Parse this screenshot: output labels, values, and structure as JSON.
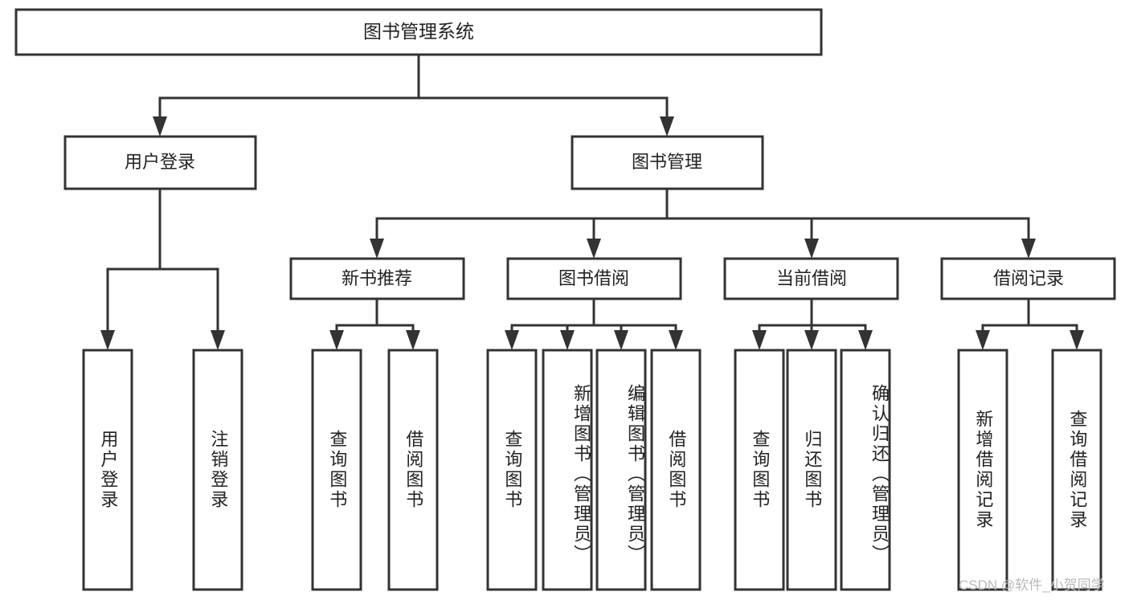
{
  "diagram": {
    "type": "tree-hierarchy",
    "title": "图书管理系统",
    "root": {
      "id": "root",
      "label": "图书管理系统",
      "orientation": "horizontal"
    },
    "level1": [
      {
        "id": "user-login",
        "label": "用户登录",
        "orientation": "horizontal"
      },
      {
        "id": "book-management",
        "label": "图书管理",
        "orientation": "horizontal"
      }
    ],
    "level2": [
      {
        "id": "new-book-recommend",
        "label": "新书推荐",
        "parent": "book-management",
        "orientation": "horizontal"
      },
      {
        "id": "book-borrow",
        "label": "图书借阅",
        "parent": "book-management",
        "orientation": "horizontal"
      },
      {
        "id": "current-borrow",
        "label": "当前借阅",
        "parent": "book-management",
        "orientation": "horizontal"
      },
      {
        "id": "borrow-record",
        "label": "借阅记录",
        "parent": "book-management",
        "orientation": "horizontal"
      }
    ],
    "leaves": [
      {
        "id": "leaf-user-login",
        "label": "用户登录",
        "parent": "user-login",
        "orientation": "vertical"
      },
      {
        "id": "leaf-logout-login",
        "label": "注销登录",
        "parent": "user-login",
        "orientation": "vertical"
      },
      {
        "id": "leaf-query-book-1",
        "label": "查询图书",
        "parent": "new-book-recommend",
        "orientation": "vertical"
      },
      {
        "id": "leaf-borrow-book-1",
        "label": "借阅图书",
        "parent": "new-book-recommend",
        "orientation": "vertical"
      },
      {
        "id": "leaf-query-book-2",
        "label": "查询图书",
        "parent": "book-borrow",
        "orientation": "vertical"
      },
      {
        "id": "leaf-add-book",
        "label": "新增图书（管理员）",
        "parent": "book-borrow",
        "orientation": "vertical"
      },
      {
        "id": "leaf-edit-book",
        "label": "编辑图书（管理员）",
        "parent": "book-borrow",
        "orientation": "vertical"
      },
      {
        "id": "leaf-borrow-book-2",
        "label": "借阅图书",
        "parent": "book-borrow",
        "orientation": "vertical"
      },
      {
        "id": "leaf-query-book-3",
        "label": "查询图书",
        "parent": "current-borrow",
        "orientation": "vertical"
      },
      {
        "id": "leaf-return-book",
        "label": "归还图书",
        "parent": "current-borrow",
        "orientation": "vertical"
      },
      {
        "id": "leaf-confirm-return",
        "label": "确认归还（管理员）",
        "parent": "current-borrow",
        "orientation": "vertical"
      },
      {
        "id": "leaf-add-record",
        "label": "新增借阅记录",
        "parent": "borrow-record",
        "orientation": "vertical"
      },
      {
        "id": "leaf-query-record",
        "label": "查询借阅记录",
        "parent": "borrow-record",
        "orientation": "vertical"
      }
    ]
  },
  "watermark": {
    "text": "CSDN @软件_小贺同学"
  },
  "colors": {
    "stroke": "#333333",
    "fill": "#ffffff",
    "text": "#222222",
    "watermark": "#b9b9b9",
    "background": "#ffffff"
  }
}
